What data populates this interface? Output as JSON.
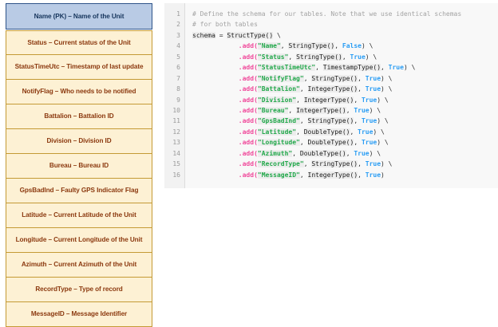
{
  "schema_table": {
    "header": {
      "label": "Name (PK) – Name of the Unit",
      "fill": "#b9cbe5",
      "border": "#2e5489",
      "text": "#17365d"
    },
    "row_fill": "#fdf1d4",
    "row_border": "#c49a35",
    "row_text": "#8c3a10",
    "rows": [
      {
        "label": "Status – Current status of the Unit"
      },
      {
        "label": "StatusTimeUtc – Timestamp of last update"
      },
      {
        "label": "NotifyFlag – Who needs to be notified"
      },
      {
        "label": "Battalion – Battalion ID"
      },
      {
        "label": "Division – Division ID"
      },
      {
        "label": "Bureau – Bureau ID"
      },
      {
        "label": "GpsBadInd – Faulty GPS Indicator Flag"
      },
      {
        "label": "Latitude – Current Latitude of the Unit"
      },
      {
        "label": "Longitude – Current Longitude of the Unit"
      },
      {
        "label": "Azimuth – Current Azimuth of the Unit"
      },
      {
        "label": "RecordType – Type of record"
      },
      {
        "label": "MessageID – Message Identifier"
      }
    ]
  },
  "code_panel": {
    "background": "#f8f8f8",
    "gutter_background": "#f2f2f2",
    "line_number_color": "#9a9a9a",
    "comment_color": "#a3a3a3",
    "function_color": "#f0499b",
    "string_color": "#21a84a",
    "boolean_color": "#2a9df4",
    "line_numbers": [
      "1",
      "2",
      "3",
      "4",
      "5",
      "6",
      "7",
      "8",
      "9",
      "10",
      "11",
      "12",
      "13",
      "14",
      "15",
      "16"
    ],
    "lines": [
      [
        {
          "t": "comment",
          "v": "# Define the schema for our tables. Note that we use identical schemas"
        }
      ],
      [
        {
          "t": "comment",
          "v": "# for both tables"
        }
      ],
      [
        {
          "t": "name",
          "v": "schema"
        },
        {
          "t": "plain",
          "v": " = "
        },
        {
          "t": "type",
          "v": "StructType()"
        },
        {
          "t": "plain",
          "v": " \\"
        }
      ],
      [
        {
          "t": "plain",
          "v": "            "
        },
        {
          "t": "fn",
          "v": ".add("
        },
        {
          "t": "str",
          "v": "\"Name\""
        },
        {
          "t": "plain",
          "v": ", "
        },
        {
          "t": "type",
          "v": "StringType()"
        },
        {
          "t": "plain",
          "v": ", "
        },
        {
          "t": "bool",
          "v": "False"
        },
        {
          "t": "plain",
          "v": ") \\"
        }
      ],
      [
        {
          "t": "plain",
          "v": "            "
        },
        {
          "t": "fn",
          "v": ".add("
        },
        {
          "t": "str",
          "v": "\"Status\""
        },
        {
          "t": "plain",
          "v": ", "
        },
        {
          "t": "type",
          "v": "StringType()"
        },
        {
          "t": "plain",
          "v": ", "
        },
        {
          "t": "bool",
          "v": "True"
        },
        {
          "t": "plain",
          "v": ") \\"
        }
      ],
      [
        {
          "t": "plain",
          "v": "            "
        },
        {
          "t": "fn",
          "v": ".add("
        },
        {
          "t": "str",
          "v": "\"StatusTimeUtc\""
        },
        {
          "t": "plain",
          "v": ", "
        },
        {
          "t": "type",
          "v": "TimestampType()"
        },
        {
          "t": "plain",
          "v": ", "
        },
        {
          "t": "bool",
          "v": "True"
        },
        {
          "t": "plain",
          "v": ") \\"
        }
      ],
      [
        {
          "t": "plain",
          "v": "            "
        },
        {
          "t": "fn",
          "v": ".add("
        },
        {
          "t": "str",
          "v": "\"NotifyFlag\""
        },
        {
          "t": "plain",
          "v": ", "
        },
        {
          "t": "type",
          "v": "StringType()"
        },
        {
          "t": "plain",
          "v": ", "
        },
        {
          "t": "bool",
          "v": "True"
        },
        {
          "t": "plain",
          "v": ") \\"
        }
      ],
      [
        {
          "t": "plain",
          "v": "            "
        },
        {
          "t": "fn",
          "v": ".add("
        },
        {
          "t": "str",
          "v": "\"Battalion\""
        },
        {
          "t": "plain",
          "v": ", "
        },
        {
          "t": "type",
          "v": "IntegerType()"
        },
        {
          "t": "plain",
          "v": ", "
        },
        {
          "t": "bool",
          "v": "True"
        },
        {
          "t": "plain",
          "v": ") \\"
        }
      ],
      [
        {
          "t": "plain",
          "v": "            "
        },
        {
          "t": "fn",
          "v": ".add("
        },
        {
          "t": "str",
          "v": "\"Division\""
        },
        {
          "t": "plain",
          "v": ", "
        },
        {
          "t": "type",
          "v": "IntegerType()"
        },
        {
          "t": "plain",
          "v": ", "
        },
        {
          "t": "bool",
          "v": "True"
        },
        {
          "t": "plain",
          "v": ") \\"
        }
      ],
      [
        {
          "t": "plain",
          "v": "            "
        },
        {
          "t": "fn",
          "v": ".add("
        },
        {
          "t": "str",
          "v": "\"Bureau\""
        },
        {
          "t": "plain",
          "v": ", "
        },
        {
          "t": "type",
          "v": "IntegerType()"
        },
        {
          "t": "plain",
          "v": ", "
        },
        {
          "t": "bool",
          "v": "True"
        },
        {
          "t": "plain",
          "v": ") \\"
        }
      ],
      [
        {
          "t": "plain",
          "v": "            "
        },
        {
          "t": "fn",
          "v": ".add("
        },
        {
          "t": "str",
          "v": "\"GpsBadInd\""
        },
        {
          "t": "plain",
          "v": ", "
        },
        {
          "t": "type",
          "v": "StringType()"
        },
        {
          "t": "plain",
          "v": ", "
        },
        {
          "t": "bool",
          "v": "True"
        },
        {
          "t": "plain",
          "v": ") \\"
        }
      ],
      [
        {
          "t": "plain",
          "v": "            "
        },
        {
          "t": "fn",
          "v": ".add("
        },
        {
          "t": "str",
          "v": "\"Latitude\""
        },
        {
          "t": "plain",
          "v": ", "
        },
        {
          "t": "type",
          "v": "DoubleType()"
        },
        {
          "t": "plain",
          "v": ", "
        },
        {
          "t": "bool",
          "v": "True"
        },
        {
          "t": "plain",
          "v": ") \\"
        }
      ],
      [
        {
          "t": "plain",
          "v": "            "
        },
        {
          "t": "fn",
          "v": ".add("
        },
        {
          "t": "str",
          "v": "\"Longitude\""
        },
        {
          "t": "plain",
          "v": ", "
        },
        {
          "t": "type",
          "v": "DoubleType()"
        },
        {
          "t": "plain",
          "v": ", "
        },
        {
          "t": "bool",
          "v": "True"
        },
        {
          "t": "plain",
          "v": ") \\"
        }
      ],
      [
        {
          "t": "plain",
          "v": "            "
        },
        {
          "t": "fn",
          "v": ".add("
        },
        {
          "t": "str",
          "v": "\"Azimuth\""
        },
        {
          "t": "plain",
          "v": ", "
        },
        {
          "t": "type",
          "v": "DoubleType()"
        },
        {
          "t": "plain",
          "v": ", "
        },
        {
          "t": "bool",
          "v": "True"
        },
        {
          "t": "plain",
          "v": ") \\"
        }
      ],
      [
        {
          "t": "plain",
          "v": "            "
        },
        {
          "t": "fn",
          "v": ".add("
        },
        {
          "t": "str",
          "v": "\"RecordType\""
        },
        {
          "t": "plain",
          "v": ", "
        },
        {
          "t": "type",
          "v": "StringType()"
        },
        {
          "t": "plain",
          "v": ", "
        },
        {
          "t": "bool",
          "v": "True"
        },
        {
          "t": "plain",
          "v": ") \\"
        }
      ],
      [
        {
          "t": "plain",
          "v": "            "
        },
        {
          "t": "fn",
          "v": ".add("
        },
        {
          "t": "str",
          "v": "\"MessageID\""
        },
        {
          "t": "plain",
          "v": ", "
        },
        {
          "t": "type",
          "v": "IntegerType()"
        },
        {
          "t": "plain",
          "v": ", "
        },
        {
          "t": "bool",
          "v": "True"
        },
        {
          "t": "plain",
          "v": ")"
        }
      ]
    ]
  }
}
